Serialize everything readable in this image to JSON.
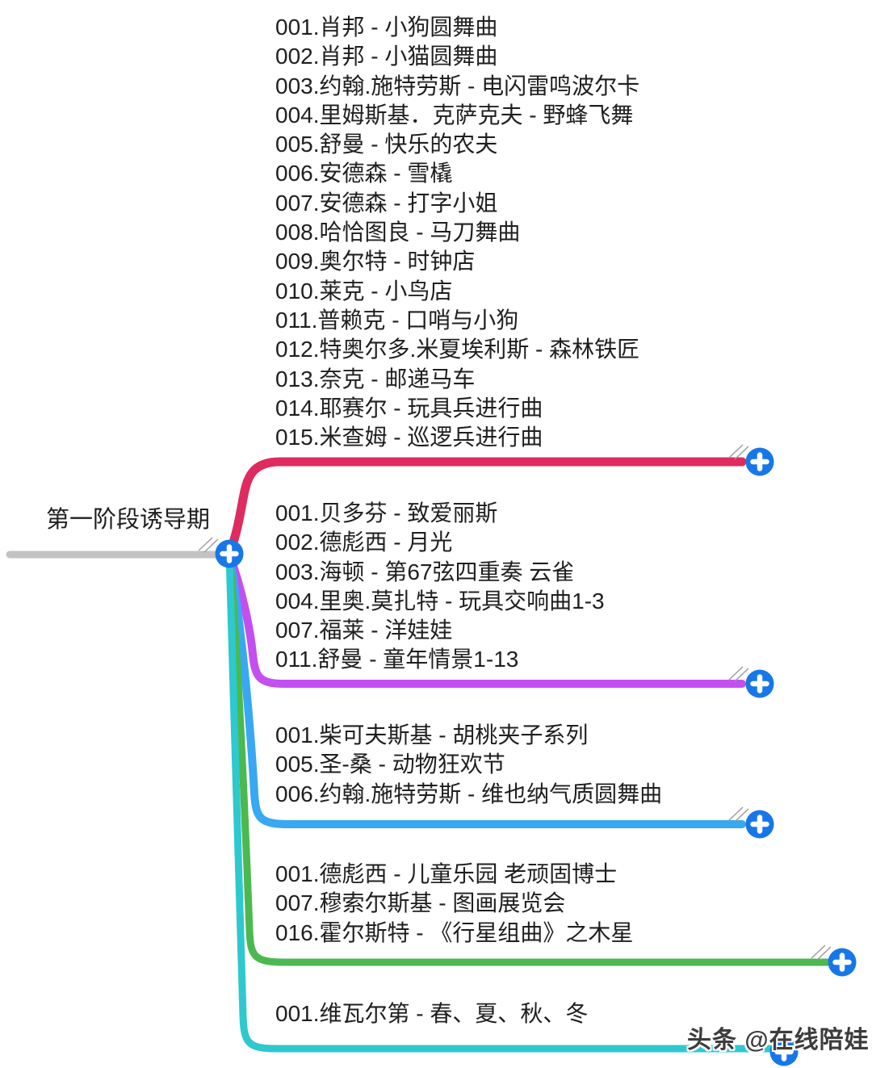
{
  "root": {
    "label": "第一阶段诱导期"
  },
  "colors": {
    "branch1": "#DE2B60",
    "branch2": "#C34FF0",
    "branch3": "#38A8F2",
    "branch4": "#4BB94F",
    "branch5": "#2EC8CF",
    "plus_button": "#1777E8",
    "plus_glyph": "#FFFFFF",
    "root_line": "#C3C3C3",
    "text": "#1F1F1F",
    "handle_marks": "#9B9B9B"
  },
  "branches": [
    {
      "name": "branch-1",
      "color": "#DE2B60",
      "items": [
        "001.肖邦 - 小狗圆舞曲",
        "002.肖邦 - 小猫圆舞曲",
        "003.约翰.施特劳斯 - 电闪雷鸣波尔卡",
        "004.里姆斯基．克萨克夫 - 野蜂飞舞",
        "005.舒曼 - 快乐的农夫",
        "006.安德森 - 雪橇",
        "007.安德森 - 打字小姐",
        "008.哈恰图良 - 马刀舞曲",
        "009.奥尔特 - 时钟店",
        "010.莱克 - 小鸟店",
        "011.普赖克 - 口哨与小狗",
        "012.特奥尔多.米夏埃利斯 - 森林铁匠",
        "013.奈克 - 邮递马车",
        "014.耶赛尔 - 玩具兵进行曲",
        "015.米查姆 - 巡逻兵进行曲"
      ]
    },
    {
      "name": "branch-2",
      "color": "#C34FF0",
      "items": [
        "001.贝多芬 - 致爱丽斯",
        "002.德彪西 - 月光",
        "003.海顿 - 第67弦四重奏 云雀",
        "004.里奥.莫扎特 - 玩具交响曲1-3",
        "007.福莱 - 洋娃娃",
        "011.舒曼 - 童年情景1-13"
      ]
    },
    {
      "name": "branch-3",
      "color": "#38A8F2",
      "items": [
        "001.柴可夫斯基 - 胡桃夹子系列",
        "005.圣-桑 - 动物狂欢节",
        "006.约翰.施特劳斯 - 维也纳气质圆舞曲"
      ]
    },
    {
      "name": "branch-4",
      "color": "#4BB94F",
      "items": [
        "001.德彪西 - 儿童乐园 老顽固博士",
        "007.穆索尔斯基 - 图画展览会",
        "016.霍尔斯特 - 《行星组曲》之木星"
      ]
    },
    {
      "name": "branch-5",
      "color": "#2EC8CF",
      "items": [
        "001.维瓦尔第 - 春、夏、秋、冬"
      ]
    }
  ],
  "watermark": "头条 @在线陪娃"
}
